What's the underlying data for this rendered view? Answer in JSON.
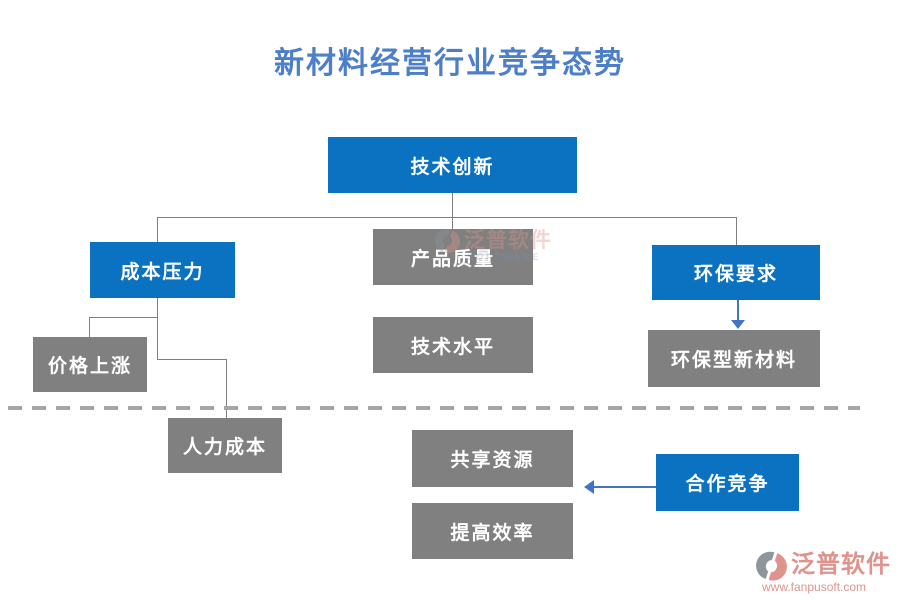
{
  "title": "新材料经营行业竞争态势",
  "nodes": {
    "tech_innovation": {
      "label": "技术创新"
    },
    "cost_pressure": {
      "label": "成本压力"
    },
    "product_quality": {
      "label": "产品质量"
    },
    "env_requirement": {
      "label": "环保要求"
    },
    "price_rise": {
      "label": "价格上涨"
    },
    "tech_level": {
      "label": "技术水平"
    },
    "env_new_material": {
      "label": "环保型新材料"
    },
    "labor_cost": {
      "label": "人力成本"
    },
    "shared_resources": {
      "label": "共享资源"
    },
    "improve_efficiency": {
      "label": "提高效率"
    },
    "cooperation": {
      "label": "合作竞争"
    }
  },
  "watermark_center": {
    "brand": "泛普软件",
    "subtext": "SOFTWARE"
  },
  "footer_brand": {
    "brand": "泛普软件",
    "url": "www.fanpusoft.com"
  },
  "colors": {
    "primary_blue": "#0a72c1",
    "node_gray": "#808080",
    "title_blue": "#4d7fc9",
    "arrow_blue": "#4472c4",
    "connector_gray": "#7f7f7f",
    "dashed_gray": "#a6a6a6",
    "brand_salmon": "#de938c"
  }
}
